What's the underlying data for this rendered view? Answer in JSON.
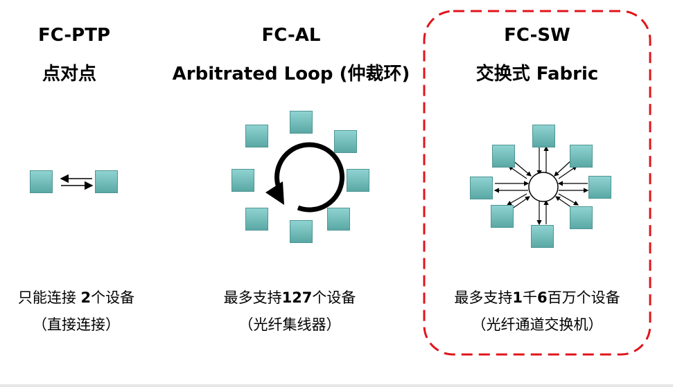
{
  "panels": [
    {
      "id": "ptp",
      "title": "FC-PTP",
      "subtitle": "点对点",
      "desc_pre": "只能连接 ",
      "desc_num": "2",
      "desc_post": "个设备",
      "note": "（直接连接）"
    },
    {
      "id": "al",
      "title": "FC-AL",
      "subtitle": "Arbitrated Loop (仲裁环)",
      "desc_pre": "最多支持",
      "desc_num": "127",
      "desc_post": "个设备",
      "note": "（光纤集线器）"
    },
    {
      "id": "sw",
      "title": "FC-SW",
      "subtitle": "交换式 Fabric",
      "desc_pre": "最多支持",
      "desc_num": "1",
      "desc_mid": "千",
      "desc_num2": "6",
      "desc_post": "百万个设备",
      "note": "（光纤通道交换机）"
    }
  ],
  "colors": {
    "node": "#6fbdba",
    "highlight_border": "#e0141b"
  }
}
